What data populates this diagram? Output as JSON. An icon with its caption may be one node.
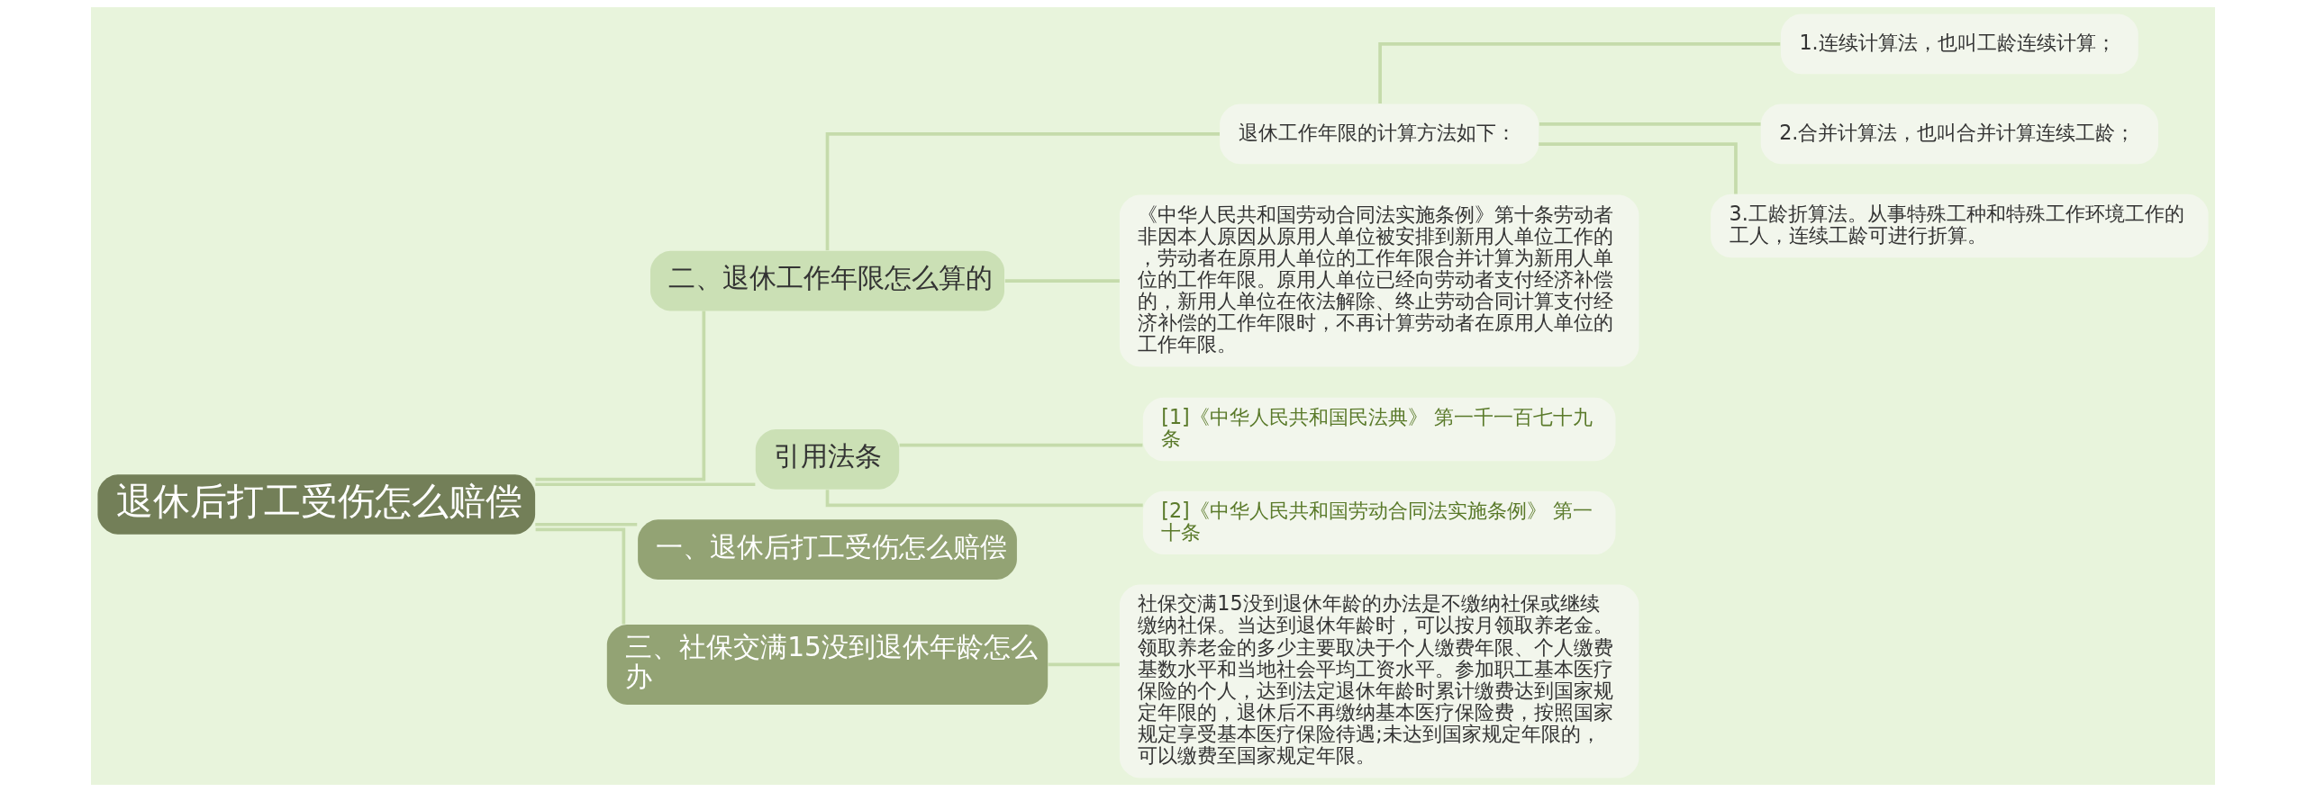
{
  "diagram": {
    "nodes": [
      {
        "text": [
          "退休后打工受伤怎么赔偿"
        ]
      },
      {
        "text": [
          "二、退休工作年限怎么算的"
        ]
      },
      {
        "text": [
          "退休工作年限的计算方法如下："
        ]
      },
      {
        "text": [
          "1.连续计算法，也叫工龄连续计算；"
        ]
      },
      {
        "text": [
          "2.合并计算法，也叫合并计算连续工龄；"
        ]
      },
      {
        "text": [
          "3.工龄折算法。从事特殊工种和特殊工作环境工作的工人，连续工龄可进行折算。"
        ]
      },
      {
        "text": [
          "《中华人民共和国劳动合同法实施条例》第十条劳动者非因本人原因从原用人单位被安排到新用人单位工作的，劳动者在原用人单位的工作年限合并计算为新用人单位的工作年限。原用人单位已经向劳动者支付经济补偿的，新用人单位在依法解除、终止劳动合同计算支付经济补偿的工作年限时，不再计算劳动者在原用人单位的工作年限。"
        ]
      },
      {
        "text": [
          "引用法条"
        ]
      },
      {
        "text": [
          "[1]《中华人民共和国民法典》 第一千一百七十九条"
        ]
      },
      {
        "text": [
          "[2]《中华人民共和国劳动合同法实施条例》 第一十条"
        ]
      },
      {
        "text": [
          "一、退休后打工受伤怎么赔偿"
        ]
      },
      {
        "text": [
          "三、社保交满15没到退休年龄怎么办"
        ]
      },
      {
        "text": [
          "社保交满15没到退休年龄的办法是不缴纳社保或继续缴纳社保。当达到退休年龄时，可以按月领取养老金。领取养老金的多少主要取决于个人缴费年限、个人缴费基数水平和当地社会平均工资水平。参加职工基本医疗保险的个人，达到法定退休年龄时累计缴费达到国家规定年限的，退休后不再缴纳基本医疗保险费，按照国家规定享受基本医疗保险待遇;未达到国家规定年限的，可以缴费至国家规定年限。"
        ]
      }
    ],
    "edges": [
      {
        "from": 0,
        "to": 1,
        "arrow": "none"
      },
      {
        "from": 1,
        "to": 2,
        "arrow": "none"
      },
      {
        "from": 2,
        "to": 3,
        "arrow": "none"
      },
      {
        "from": 2,
        "to": 4,
        "arrow": "none"
      },
      {
        "from": 2,
        "to": 5,
        "arrow": "none"
      },
      {
        "from": 1,
        "to": 6,
        "arrow": "none"
      },
      {
        "from": 0,
        "to": 7,
        "arrow": "none"
      },
      {
        "from": 7,
        "to": 8,
        "arrow": "none"
      },
      {
        "from": 7,
        "to": 9,
        "arrow": "none"
      },
      {
        "from": 0,
        "to": 10,
        "arrow": "none"
      },
      {
        "from": 0,
        "to": 11,
        "arrow": "none"
      },
      {
        "from": 11,
        "to": 12,
        "arrow": "none"
      }
    ]
  }
}
